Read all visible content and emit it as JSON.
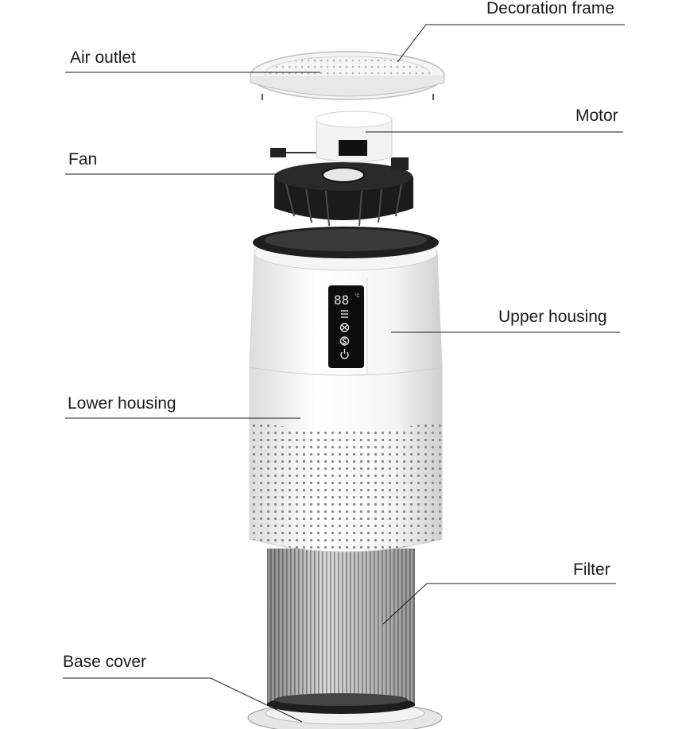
{
  "labels": {
    "decoration_frame": "Decoration frame",
    "air_outlet": "Air outlet",
    "motor": "Motor",
    "fan": "Fan",
    "upper_housing": "Upper housing",
    "lower_housing": "Lower housing",
    "filter": "Filter",
    "base_cover": "Base cover"
  },
  "display": {
    "readout": "88",
    "unit": "°C"
  }
}
